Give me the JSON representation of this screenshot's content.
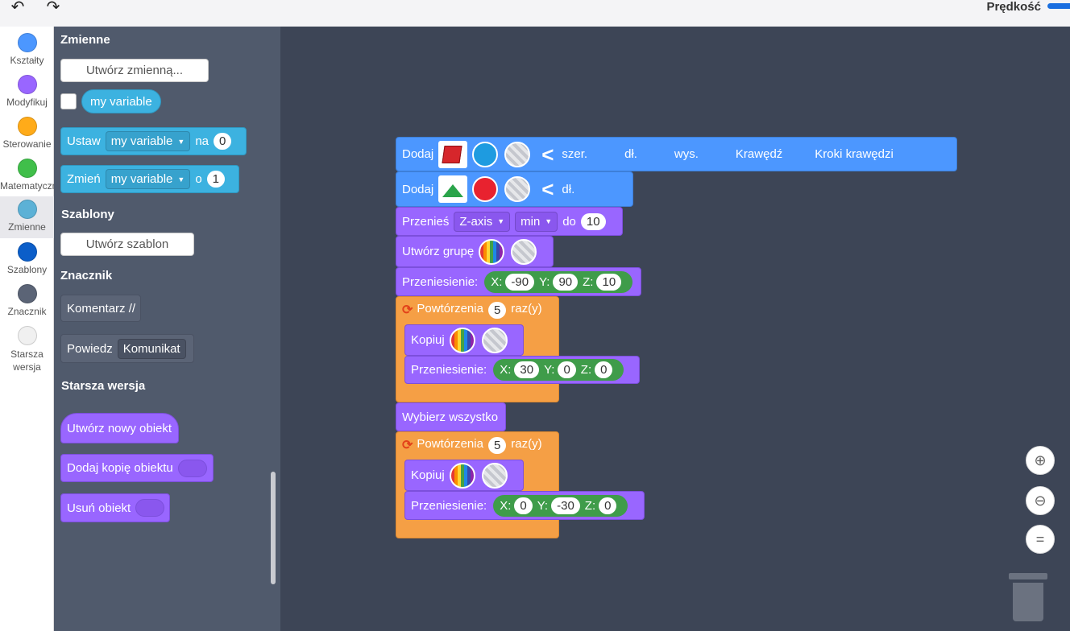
{
  "toolbar": {
    "undo_icon": "↶",
    "redo_icon": "↷",
    "speed_label": "Prędkość"
  },
  "categories": [
    {
      "label": "Kształty",
      "color": "#4c97ff"
    },
    {
      "label": "Modyfikuj",
      "color": "#9966ff"
    },
    {
      "label": "Sterowanie",
      "color": "#ffab19"
    },
    {
      "label": "Matematyczne",
      "color": "#40bf4a"
    },
    {
      "label": "Zmienne",
      "color": "#5cb1d6"
    },
    {
      "label": "Szablony",
      "color": "#0b5ec9"
    },
    {
      "label": "Znacznik",
      "color": "#5b6476"
    },
    {
      "label": "Starsza wersja",
      "color": "#f0f0f0"
    }
  ],
  "flyout": {
    "variables_title": "Zmienne",
    "create_variable": "Utwórz zmienną...",
    "my_variable": "my variable",
    "set_block": {
      "label": "Ustaw",
      "var": "my variable",
      "word": "na",
      "value": "0"
    },
    "change_block": {
      "label": "Zmień",
      "var": "my variable",
      "word": "o",
      "value": "1"
    },
    "templates_title": "Szablony",
    "create_template": "Utwórz szablon",
    "marker_title": "Znacznik",
    "comment_block": "Komentarz //",
    "say_block": {
      "label": "Powiedz",
      "value": "Komunikat"
    },
    "legacy_title": "Starsza wersja",
    "new_object": "Utwórz nowy obiekt",
    "add_copy": "Dodaj kopię obiektu",
    "delete_object": "Usuń obiekt"
  },
  "workspace": {
    "add1": {
      "label": "Dodaj",
      "p1": "szer.",
      "p2": "dł.",
      "p3": "wys.",
      "p4": "Krawędź",
      "p5": "Kroki krawędzi",
      "color1": "#1e9be0"
    },
    "add2": {
      "label": "Dodaj",
      "p1": "dł.",
      "color1": "#e8222f"
    },
    "move": {
      "label": "Przenieś",
      "axis": "Z-axis",
      "mode": "min",
      "word": "do",
      "value": "10"
    },
    "group": {
      "label": "Utwórz grupę"
    },
    "translate1": {
      "label": "Przeniesienie:",
      "x": "-90",
      "y": "90",
      "z": "10"
    },
    "repeat1": {
      "label": "Powtórzenia",
      "count": "5",
      "suffix": "raz(y)"
    },
    "copy1": {
      "label": "Kopiuj"
    },
    "translate2": {
      "label": "Przeniesienie:",
      "x": "30",
      "y": "0",
      "z": "0"
    },
    "select_all": {
      "label": "Wybierz wszystko"
    },
    "repeat2": {
      "label": "Powtórzenia",
      "count": "5",
      "suffix": "raz(y)"
    },
    "copy2": {
      "label": "Kopiuj"
    },
    "translate3": {
      "label": "Przeniesienie:",
      "x": "0",
      "y": "-30",
      "z": "0"
    }
  },
  "axes": {
    "x": "X:",
    "y": "Y:",
    "z": "Z:"
  },
  "zoom": {
    "in": "⊕",
    "out": "⊖",
    "reset": "="
  }
}
